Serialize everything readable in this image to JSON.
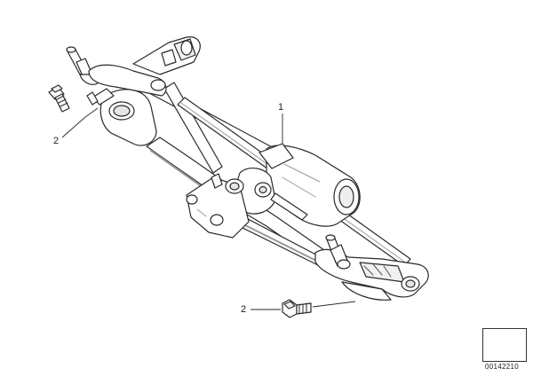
{
  "callouts": {
    "item_1": "1",
    "item_2_upper": "2",
    "item_2_lower": "2"
  },
  "reference": {
    "number": "00142210"
  },
  "colors": {
    "line": "#2a2a2a",
    "shade": "#9a9a9a",
    "fill": "#ffffff"
  }
}
